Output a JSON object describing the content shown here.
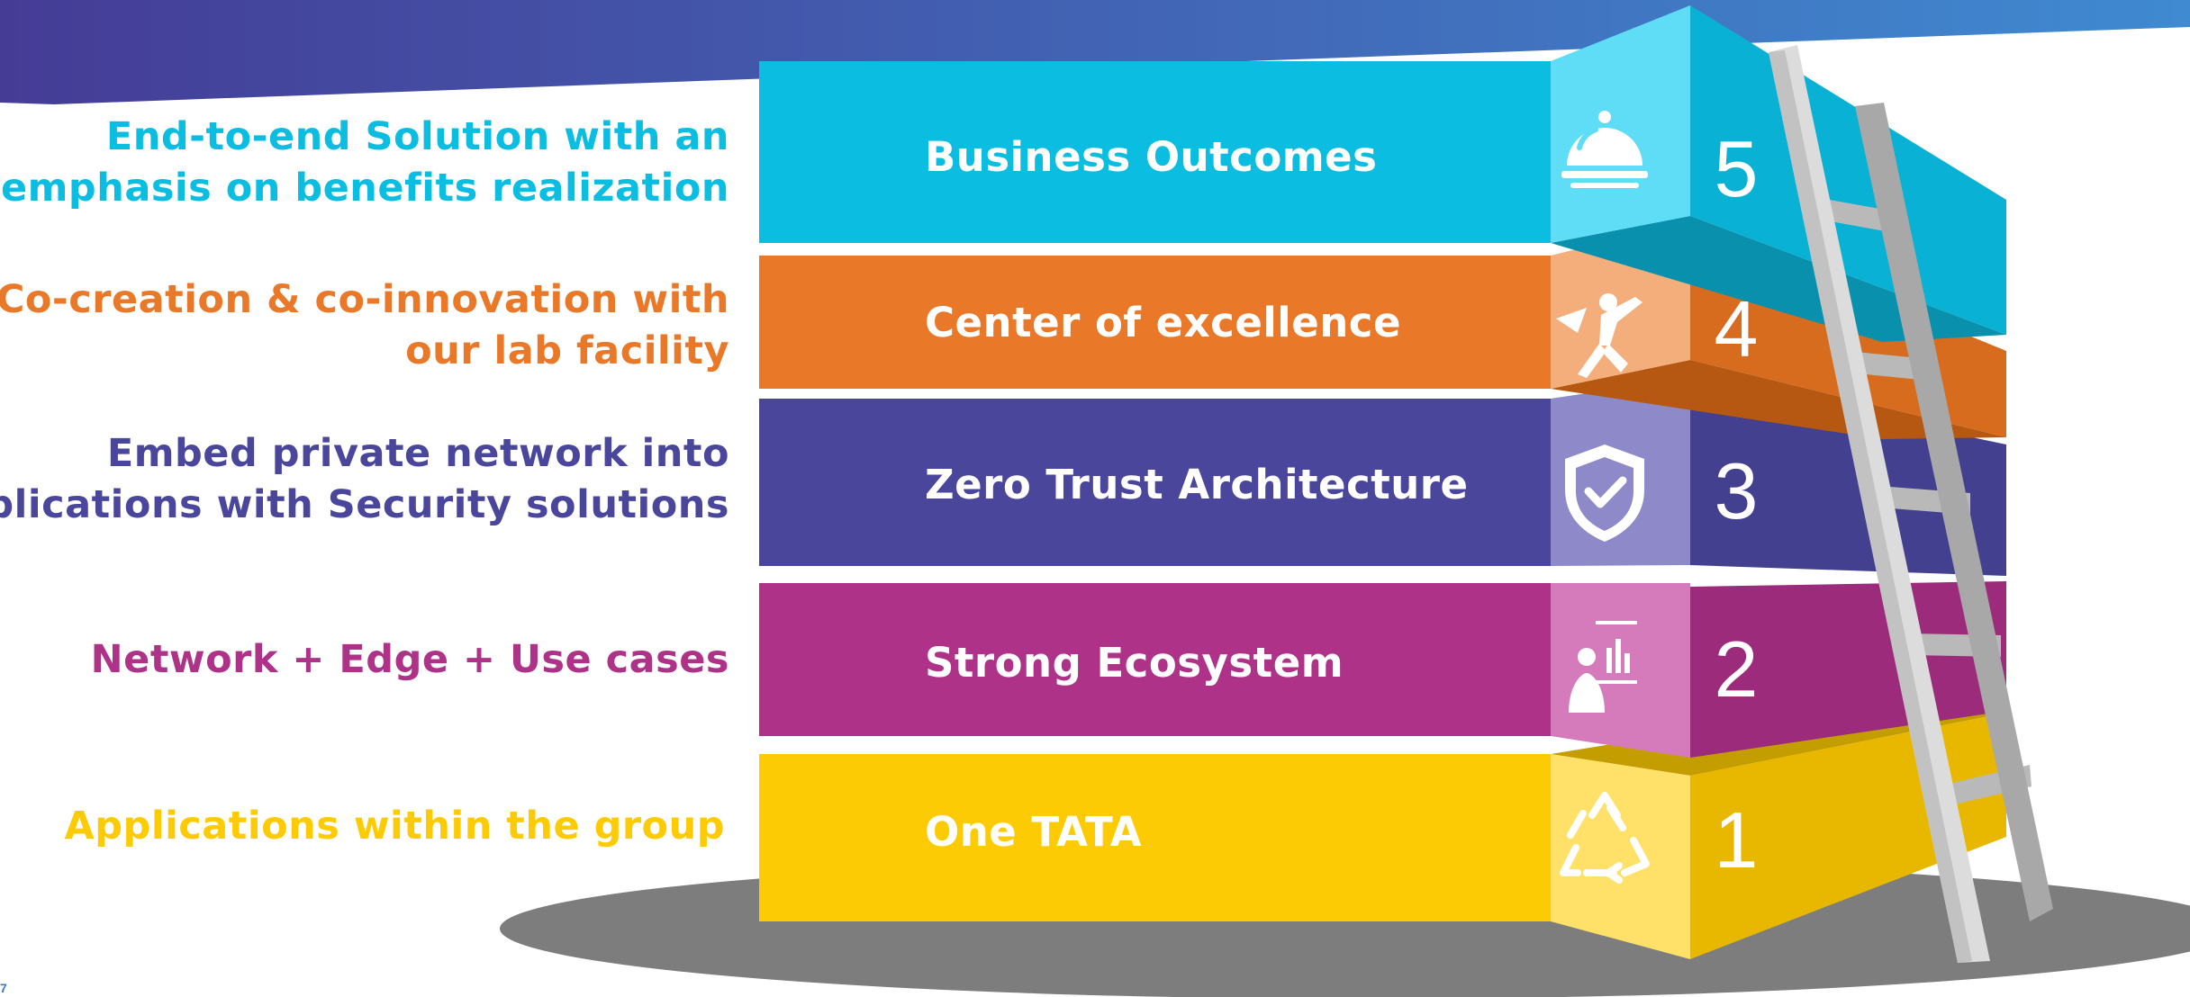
{
  "colors": {
    "banner_start": "#453c96",
    "banner_end": "#3f8ad1",
    "level_5": "#0bbde0",
    "level_4": "#e97928",
    "level_3": "#4a469c",
    "level_2": "#ad3288",
    "level_1": "#fdcb04",
    "ladder": "#d2d2d2",
    "shadow": "#7d7d7d"
  },
  "levels": [
    {
      "number": "5",
      "label": "Business Outcomes",
      "description_lines": [
        "End-to-end Solution with an",
        "emphasis on benefits realization"
      ],
      "icon": "cloche-icon"
    },
    {
      "number": "4",
      "label": "Center of excellence",
      "description_lines": [
        "Co-creation & co-innovation with",
        "our lab facility"
      ],
      "icon": "superhero-icon"
    },
    {
      "number": "3",
      "label": "Zero Trust Architecture",
      "description_lines": [
        "Embed private network into",
        "applications with Security solutions"
      ],
      "icon": "shield-check-icon"
    },
    {
      "number": "2",
      "label": "Strong Ecosystem",
      "description_lines": [
        "Network + Edge + Use cases"
      ],
      "icon": "presenter-chart-icon"
    },
    {
      "number": "1",
      "label": "One TATA",
      "description_lines": [
        "Applications within the group"
      ],
      "icon": "recycle-icon"
    }
  ],
  "page_number": "7"
}
